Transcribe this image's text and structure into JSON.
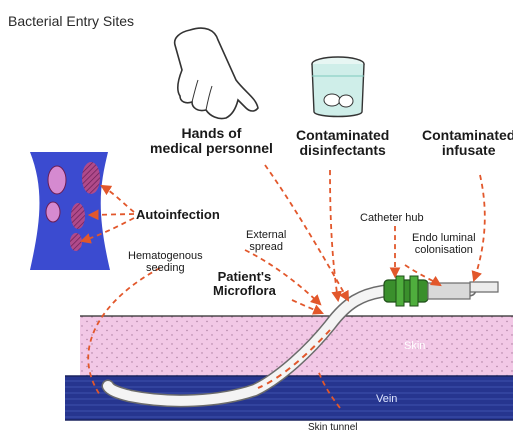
{
  "title": "Bacterial Entry Sites",
  "labels": {
    "hands": [
      "Hands of",
      "medical personnel"
    ],
    "disinfectants": [
      "Contaminated",
      "disinfectants"
    ],
    "infusate": [
      "Contaminated",
      "infusate"
    ],
    "autoinfection": "Autoinfection",
    "hematogenous": [
      "Hematogenous",
      "seeding"
    ],
    "external": [
      "External",
      "spread"
    ],
    "microflora": [
      "Patient's",
      "Microflora"
    ],
    "catheter_hub": "Catheter hub",
    "endoluminal": [
      "Endo luminal",
      "colonisation"
    ],
    "skin": "Skin",
    "vein": "Vein",
    "skin_tunnel": "Skin tunnel"
  },
  "colors": {
    "arrow": "#e2572b",
    "skin": "#f2c8e6",
    "vein": "#26358f",
    "hub": "#3a8f2c",
    "blood_vessel": "#3b4bd0"
  }
}
